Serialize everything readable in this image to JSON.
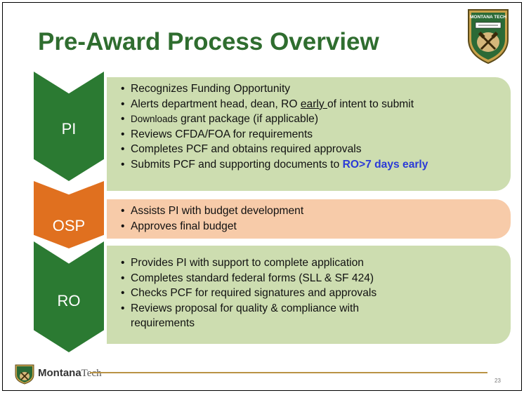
{
  "slide": {
    "title": "Pre-Award Process Overview",
    "page_number": "23",
    "footer_brand": {
      "part1": "Montana",
      "part2": "Tech"
    },
    "badge_logo_text": "MONTANA TECH"
  },
  "stages": [
    {
      "label": "PI",
      "color": "#2b7a32",
      "items": [
        "Recognizes Funding Opportunity",
        {
          "before": "Alerts department head, dean, RO ",
          "underline": "early ",
          "after": "of intent to submit"
        },
        {
          "small": "Downloads",
          "after": " grant package (if applicable)"
        },
        "Reviews CFDA/FOA for requirements",
        "Completes PCF and obtains required approvals",
        {
          "before": "Submits PCF and supporting documents to ",
          "highlight": "RO>7 days early"
        }
      ]
    },
    {
      "label": "OSP",
      "color": "#e0701f",
      "items": [
        "Assists PI with budget development",
        "Approves final budget"
      ]
    },
    {
      "label": "RO",
      "color": "#2b7a32",
      "items": [
        "Provides PI with support to complete application",
        "Completes standard federal forms (SLL & SF 424)",
        "Checks PCF for required signatures and approvals",
        "Reviews proposal for quality & compliance with requirements"
      ]
    }
  ]
}
